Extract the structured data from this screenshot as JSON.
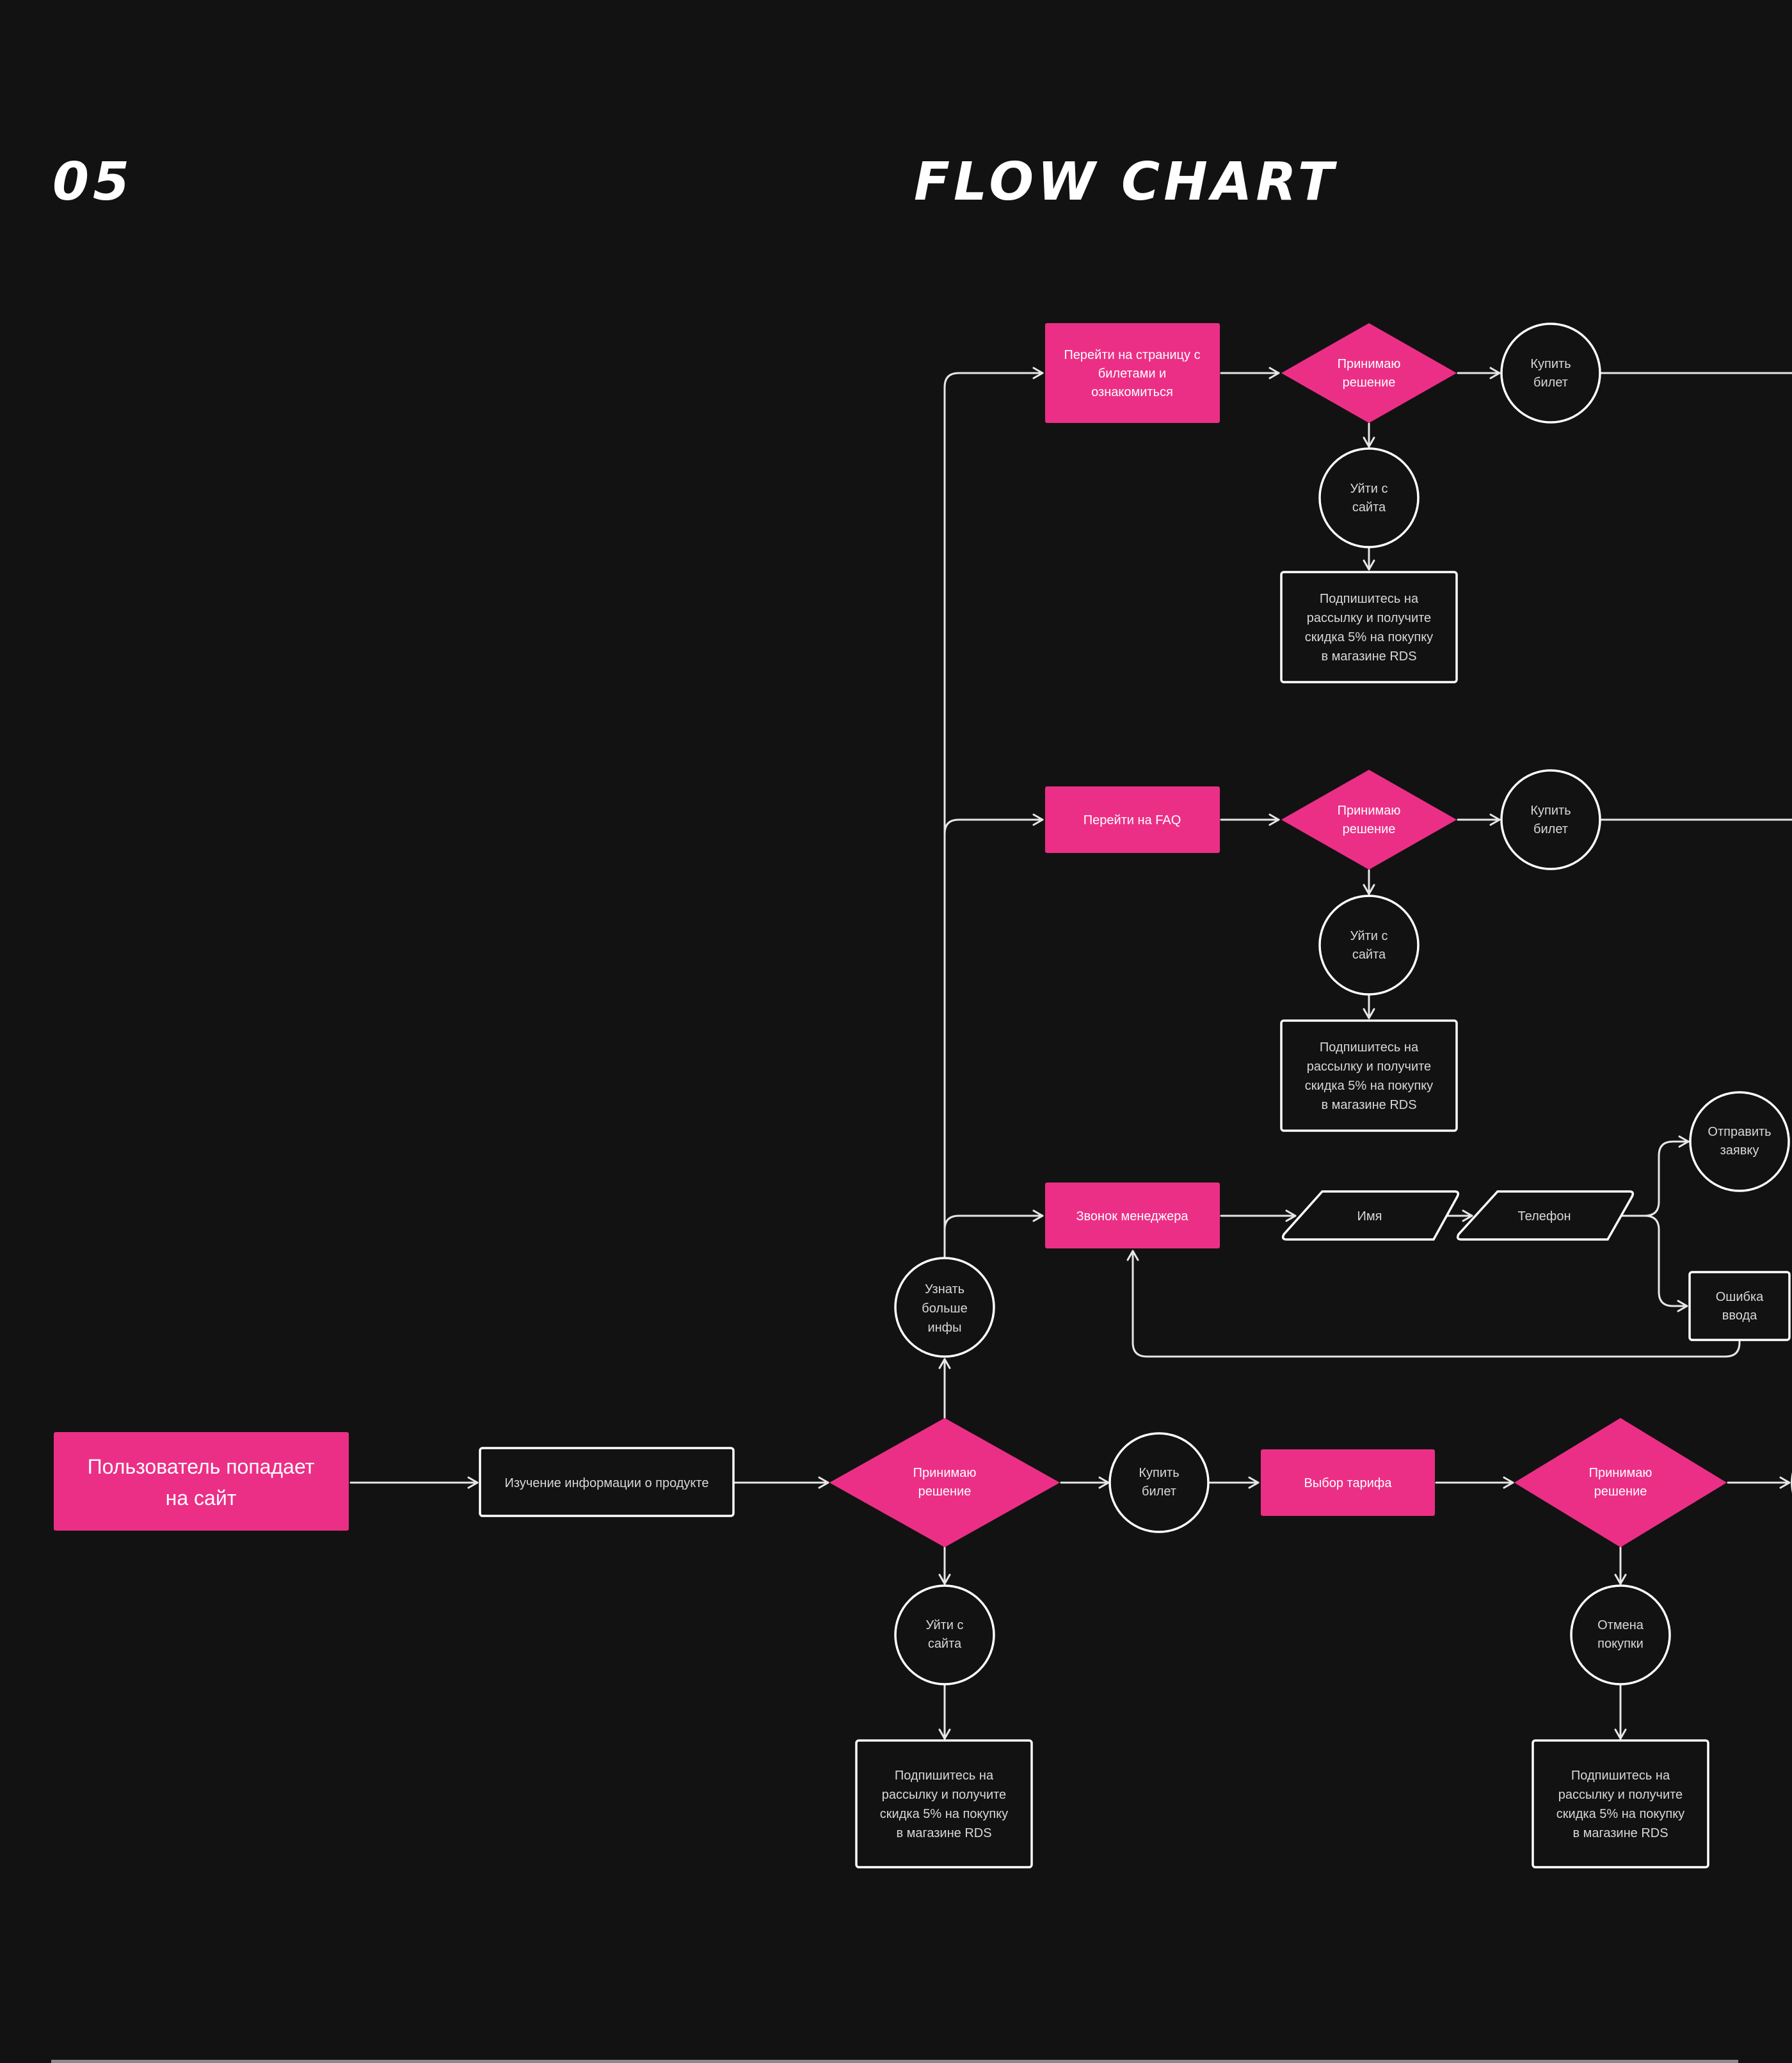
{
  "header": {
    "section_number": "05",
    "title": "FLOW CHART"
  },
  "colors": {
    "background": "#121212",
    "accent": "#ec2f86",
    "outline": "#ffffff",
    "edge": "#e6e6e6",
    "divider": "#8a8a8a"
  },
  "nodes": {
    "start": {
      "type": "process-pink",
      "lines": [
        "Пользователь попадает",
        "на сайт"
      ]
    },
    "study_info": {
      "type": "process-outline",
      "lines": [
        "Изучение информации о продукте"
      ]
    },
    "decision_main": {
      "type": "decision",
      "lines": [
        "Принимаю",
        "решение"
      ]
    },
    "buy_main": {
      "type": "terminal",
      "lines": [
        "Купить",
        "билет"
      ]
    },
    "leave_main": {
      "type": "terminal",
      "lines": [
        "Уйти с",
        "сайта"
      ]
    },
    "subscribe_main": {
      "type": "process-outline",
      "lines": [
        "Подпишитесь на",
        "рассылку и получите",
        "скидка 5% на покупку",
        "в магазине RDS"
      ]
    },
    "learn_more": {
      "type": "terminal",
      "lines": [
        "Узнать",
        "больше",
        "инфы"
      ]
    },
    "tariff": {
      "type": "process-pink",
      "lines": [
        "Выбор тарифа"
      ]
    },
    "decision_tariff": {
      "type": "decision",
      "lines": [
        "Принимаю",
        "решение"
      ]
    },
    "cancel": {
      "type": "terminal",
      "lines": [
        "Отмена",
        "покупки"
      ]
    },
    "subscribe_cancel": {
      "type": "process-outline",
      "lines": [
        "Подпишитесь на",
        "рассылку и получите",
        "скидка 5% на покупку",
        "в магазине RDS"
      ]
    },
    "tickets_page": {
      "type": "process-pink",
      "lines": [
        "Перейти на страницу с",
        "билетами и",
        "ознакомиться"
      ]
    },
    "decision_tickets": {
      "type": "decision",
      "lines": [
        "Принимаю",
        "решение"
      ]
    },
    "buy_tickets": {
      "type": "terminal",
      "lines": [
        "Купить",
        "билет"
      ]
    },
    "leave_tickets": {
      "type": "terminal",
      "lines": [
        "Уйти с",
        "сайта"
      ]
    },
    "subscribe_tickets": {
      "type": "process-outline",
      "lines": [
        "Подпишитесь на",
        "рассылку и получите",
        "скидка 5% на покупку",
        "в магазине RDS"
      ]
    },
    "faq": {
      "type": "process-pink",
      "lines": [
        "Перейти на FAQ"
      ]
    },
    "decision_faq": {
      "type": "decision",
      "lines": [
        "Принимаю",
        "решение"
      ]
    },
    "buy_faq": {
      "type": "terminal",
      "lines": [
        "Купить",
        "билет"
      ]
    },
    "leave_faq": {
      "type": "terminal",
      "lines": [
        "Уйти с",
        "сайта"
      ]
    },
    "subscribe_faq": {
      "type": "process-outline",
      "lines": [
        "Подпишитесь на",
        "рассылку и получите",
        "скидка 5% на покупку",
        "в магазине RDS"
      ]
    },
    "manager_call": {
      "type": "process-pink",
      "lines": [
        "Звонок менеджера"
      ]
    },
    "input_name": {
      "type": "input",
      "lines": [
        "Имя"
      ]
    },
    "input_phone": {
      "type": "input",
      "lines": [
        "Телефон"
      ]
    },
    "send_request": {
      "type": "terminal",
      "lines": [
        "Отправить",
        "заявку"
      ]
    },
    "input_error": {
      "type": "process-outline",
      "lines": [
        "Ошибка",
        "ввода"
      ]
    }
  },
  "edges": [
    [
      "start",
      "study_info"
    ],
    [
      "study_info",
      "decision_main"
    ],
    [
      "decision_main",
      "buy_main"
    ],
    [
      "decision_main",
      "leave_main"
    ],
    [
      "leave_main",
      "subscribe_main"
    ],
    [
      "decision_main",
      "learn_more"
    ],
    [
      "buy_main",
      "tariff"
    ],
    [
      "tariff",
      "decision_tariff"
    ],
    [
      "decision_tariff",
      "cancel"
    ],
    [
      "cancel",
      "subscribe_cancel"
    ],
    [
      "learn_more",
      "tickets_page"
    ],
    [
      "learn_more",
      "faq"
    ],
    [
      "learn_more",
      "manager_call"
    ],
    [
      "tickets_page",
      "decision_tickets"
    ],
    [
      "decision_tickets",
      "buy_tickets"
    ],
    [
      "decision_tickets",
      "leave_tickets"
    ],
    [
      "leave_tickets",
      "subscribe_tickets"
    ],
    [
      "faq",
      "decision_faq"
    ],
    [
      "decision_faq",
      "buy_faq"
    ],
    [
      "decision_faq",
      "leave_faq"
    ],
    [
      "leave_faq",
      "subscribe_faq"
    ],
    [
      "manager_call",
      "input_name"
    ],
    [
      "input_name",
      "input_phone"
    ],
    [
      "input_phone",
      "send_request"
    ],
    [
      "input_phone",
      "input_error"
    ],
    [
      "input_error",
      "manager_call"
    ]
  ]
}
